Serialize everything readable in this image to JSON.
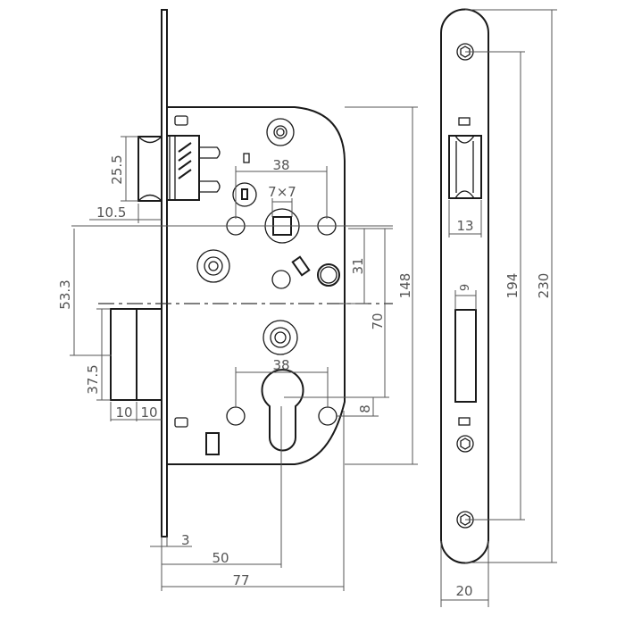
{
  "diagram": {
    "subject": "Mortise lock technical drawing",
    "units": "mm",
    "colors": {
      "outline": "#1a1a1a",
      "dimension": "#555555",
      "background": "#ffffff"
    },
    "lock_body": {
      "dimensions": {
        "latch_height": "25.5",
        "latch_projection": "10.5",
        "follower_spacing": "38",
        "spindle_square": "7×7",
        "latch_to_centerline": "53.3",
        "deadbolt_height": "37.5",
        "deadbolt_width_a": "10",
        "deadbolt_width_b": "10",
        "spindle_to_centerline": "31",
        "cylinder_spacing": "38",
        "spindle_to_cylinder": "70",
        "cylinder_offset": "8",
        "body_height": "148",
        "faceplate_thickness": "3",
        "backset": "50",
        "total_depth": "77"
      }
    },
    "faceplate": {
      "dimensions": {
        "latch_opening_width": "13",
        "bolt_opening_width": "9",
        "screw_spacing": "194",
        "total_length": "230",
        "width": "20"
      }
    }
  }
}
